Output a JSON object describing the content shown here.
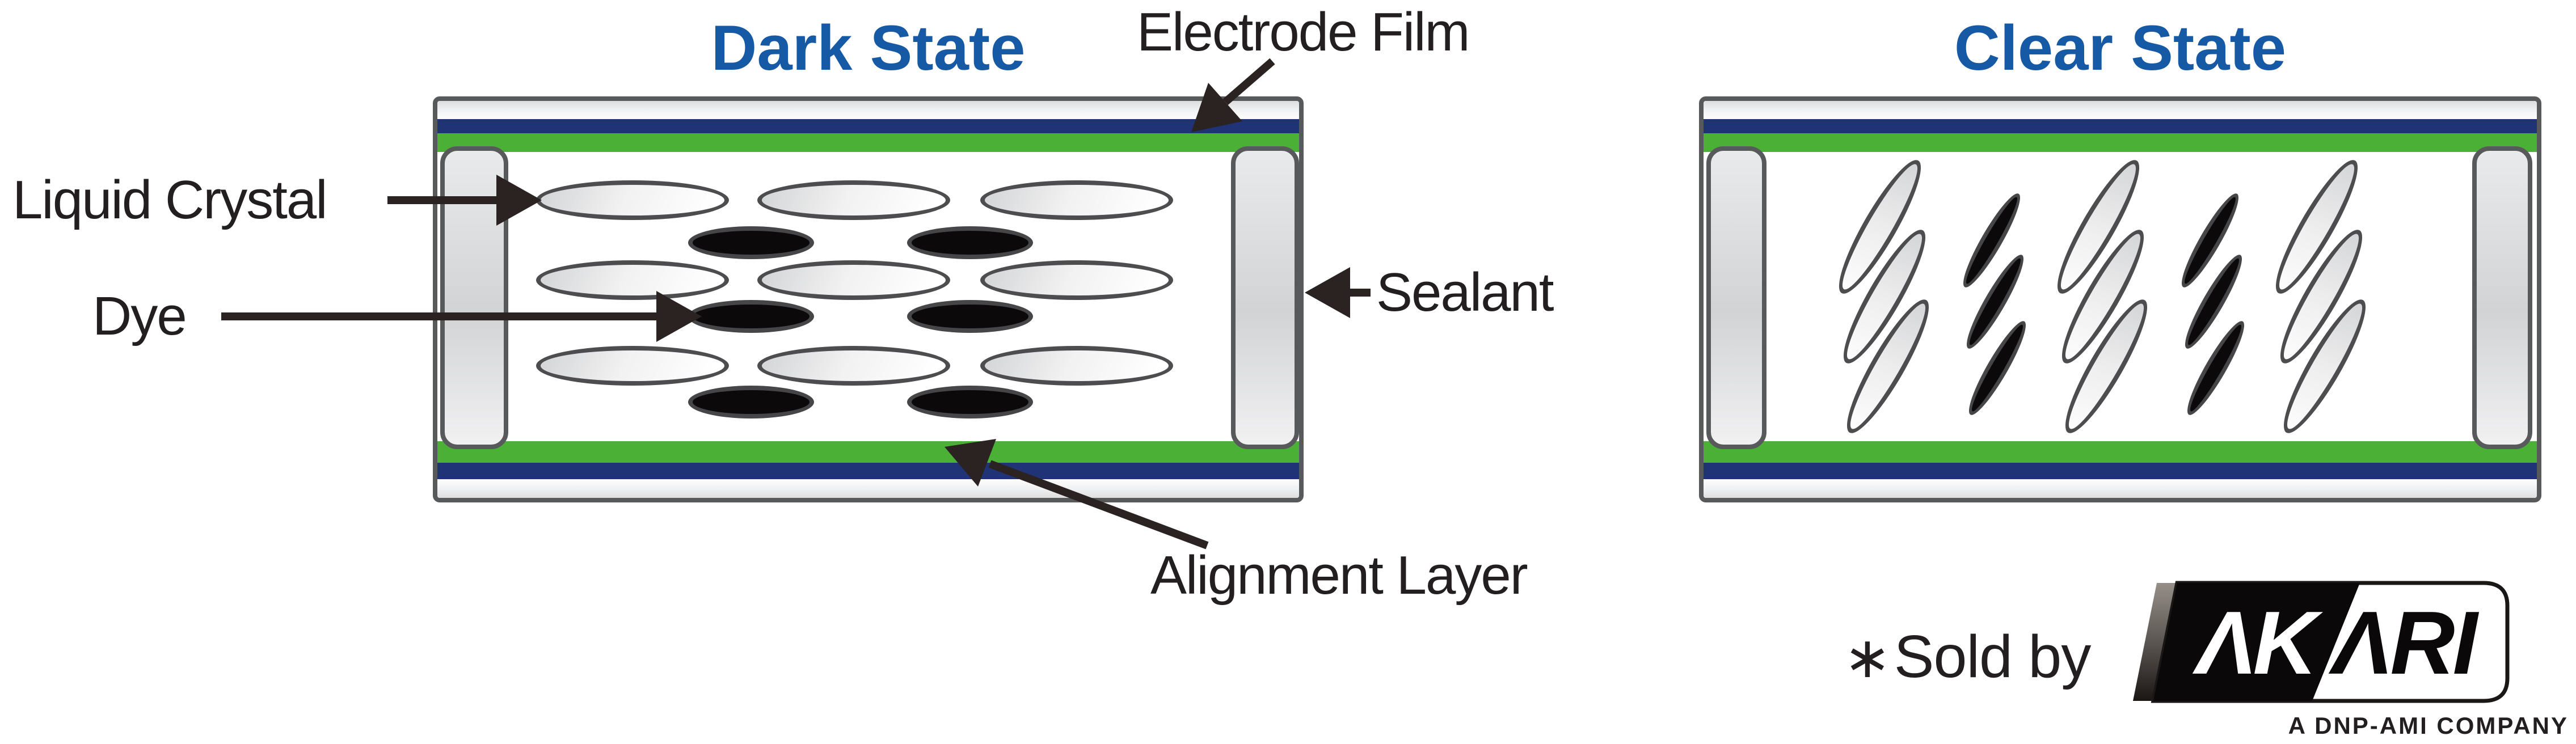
{
  "titles": {
    "dark": "Dark State",
    "clear": "Clear State"
  },
  "labels": {
    "electrode_film": "Electrode Film",
    "liquid_crystal": "Liquid Crystal",
    "dye": "Dye",
    "sealant": "Sealant",
    "alignment_layer": "Alignment Layer"
  },
  "footer": {
    "asterisk": "∗",
    "sold_by": "Sold by",
    "logo_left": "ΛK",
    "logo_right": "ΛRI",
    "logo_name": "AKARI",
    "tagline": "A DNP-AMI COMPANY"
  },
  "colors": {
    "title_blue": "#1659a5",
    "navy_layer": "#203377",
    "green_layer": "#4bb036",
    "panel_border_gray": "#58595b",
    "molecule_stroke": "#4d4d4f",
    "label_text": "#231f20",
    "arrow_dark": "#2a2322"
  },
  "diagram": {
    "dark_state": {
      "molecule_orientation": "horizontal",
      "white_cols": [
        1115,
        1505,
        1898
      ],
      "white_rows": [
        353,
        494,
        645
      ],
      "black_cols": [
        1324,
        1710
      ],
      "black_rows": [
        428,
        558,
        709
      ]
    },
    "clear_state": {
      "molecule_orientation": "tilted-30deg",
      "white_group_x": [
        3320,
        3705,
        4090
      ],
      "white_group_y": [
        400,
        523,
        646
      ],
      "black_group_x": [
        3515,
        3900
      ],
      "black_group_y": [
        424,
        532,
        649
      ]
    }
  }
}
